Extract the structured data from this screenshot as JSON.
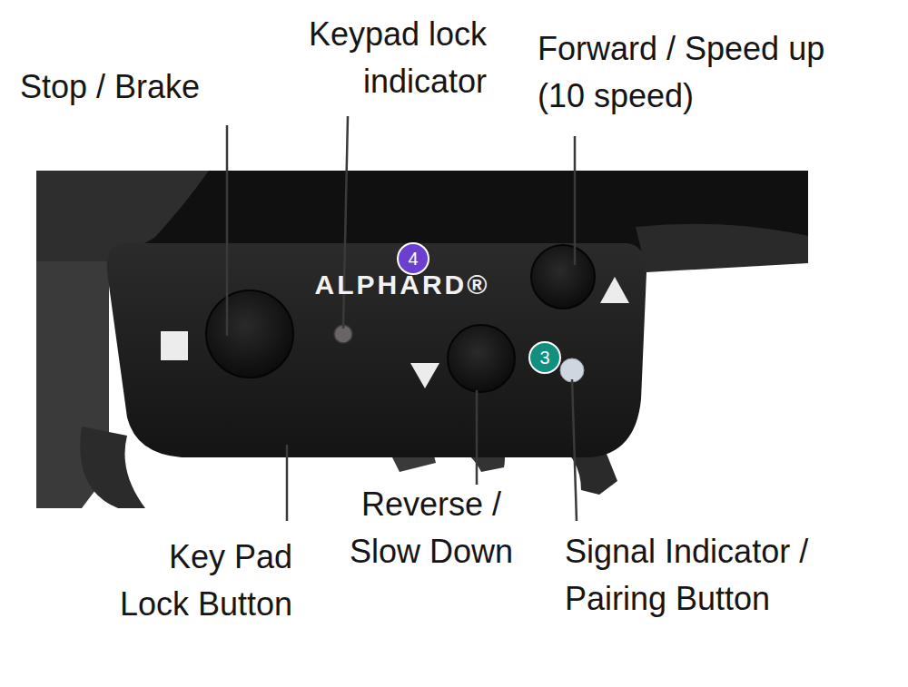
{
  "diagram": {
    "nodes": [
      {
        "text": [
          "4"
        ]
      },
      {
        "text": [
          "3"
        ]
      }
    ],
    "labels": [
      "Stop / Brake",
      "Keypad lock indicator",
      "Forward / Speed up (10 speed)",
      "ALPHARD®",
      "Reverse / Slow Down",
      "Key Pad Lock Button",
      "Signal Indicator / Pairing Button"
    ]
  }
}
